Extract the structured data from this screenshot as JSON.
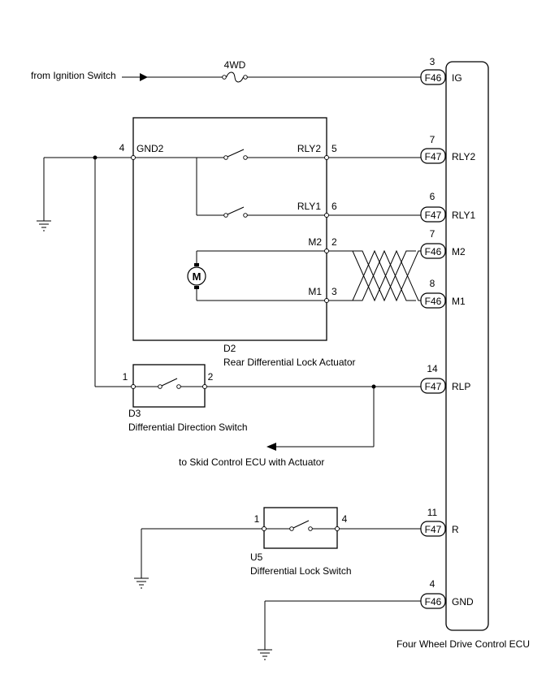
{
  "source": {
    "label": "from Ignition Switch"
  },
  "fuse": {
    "label": "4WD"
  },
  "ecu": {
    "name": "Four Wheel Drive Control ECU",
    "pins": [
      {
        "pin": "3",
        "connector": "F46",
        "signal": "IG"
      },
      {
        "pin": "7",
        "connector": "F47",
        "signal": "RLY2"
      },
      {
        "pin": "6",
        "connector": "F47",
        "signal": "RLY1"
      },
      {
        "pin": "7",
        "connector": "F46",
        "signal": "M2"
      },
      {
        "pin": "8",
        "connector": "F46",
        "signal": "M1"
      },
      {
        "pin": "14",
        "connector": "F47",
        "signal": "RLP"
      },
      {
        "pin": "11",
        "connector": "F47",
        "signal": "R"
      },
      {
        "pin": "4",
        "connector": "F46",
        "signal": "GND"
      }
    ]
  },
  "actuator": {
    "code": "D2",
    "name": "Rear Differential Lock Actuator",
    "motor_symbol": "M",
    "terminals": {
      "gnd2": {
        "pin": "4",
        "label": "GND2"
      },
      "rly2": {
        "pin": "5",
        "label": "RLY2"
      },
      "rly1": {
        "pin": "6",
        "label": "RLY1"
      },
      "m2": {
        "pin": "2",
        "label": "M2"
      },
      "m1": {
        "pin": "3",
        "label": "M1"
      }
    }
  },
  "direction_switch": {
    "code": "D3",
    "name": "Differential Direction Switch",
    "pin_left": "1",
    "pin_right": "2"
  },
  "skid_control": {
    "label": "to Skid Control ECU with Actuator"
  },
  "lock_switch": {
    "code": "U5",
    "name": "Differential Lock Switch",
    "pin_left": "1",
    "pin_right": "4"
  }
}
